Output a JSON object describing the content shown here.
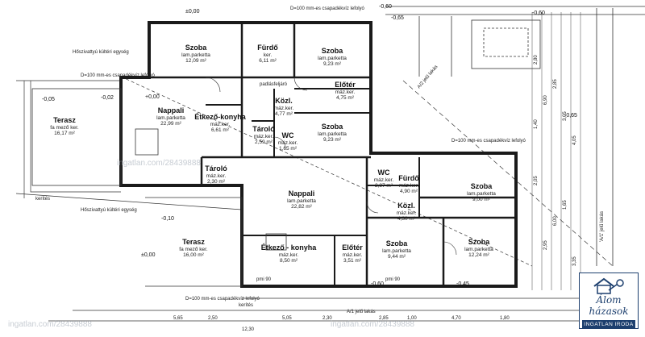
{
  "rooms": [
    {
      "name": "Szoba",
      "floor": "lam.parketta",
      "area": "12,09 m²"
    },
    {
      "name": "Fürdő",
      "floor": "ker.",
      "area": "6,11 m²"
    },
    {
      "name": "Szoba",
      "floor": "lam.parketta",
      "area": "9,23 m²"
    },
    {
      "name": "Előtér",
      "floor": "máz.ker.",
      "area": "4,75 m²"
    },
    {
      "name": "Közl.",
      "floor": "máz.ker.",
      "area": "4,77 m²"
    },
    {
      "name": "Nappali",
      "floor": "lam.parketta",
      "area": "22,99 m²"
    },
    {
      "name": "Étkező-konyha",
      "floor": "máz.ker.",
      "area": "6,61 m²"
    },
    {
      "name": "Tároló",
      "floor": "máz.ker.",
      "area": "2,59 m²"
    },
    {
      "name": "WC",
      "floor": "máz.ker.",
      "area": "1,65 m²"
    },
    {
      "name": "Szoba",
      "floor": "lam.parketta",
      "area": "9,23 m²"
    },
    {
      "name": "Terasz",
      "floor": "fa mező ker.",
      "area": "16,17 m²"
    },
    {
      "name": "Tároló",
      "floor": "máz.ker.",
      "area": "2,30 m²"
    },
    {
      "name": "Nappali",
      "floor": "lam.parketta",
      "area": "22,82 m²"
    },
    {
      "name": "WC",
      "floor": "máz.ker.",
      "area": "2,87 m²"
    },
    {
      "name": "Fürdő",
      "floor": "máz.ker.",
      "area": "4,90 m²"
    },
    {
      "name": "Szoba",
      "floor": "lam.parketta",
      "area": "9,00 m²"
    },
    {
      "name": "Közl.",
      "floor": "máz.ker.",
      "area": "4,30 m²"
    },
    {
      "name": "Terasz",
      "floor": "fa mező ker.",
      "area": "16,00 m²"
    },
    {
      "name": "Étkező - konyha",
      "floor": "máz.ker.",
      "area": "8,50 m²"
    },
    {
      "name": "Előtér",
      "floor": "máz.ker.",
      "area": "3,51 m²"
    },
    {
      "name": "Szoba",
      "floor": "lam.parketta",
      "area": "9,44 m²"
    },
    {
      "name": "Szoba",
      "floor": "lam.parketta",
      "area": "12,24 m²"
    }
  ],
  "notes": {
    "gutter_top": "D=100 mm-es csapadékvíz lefolyó",
    "gutter_mid": "D=100 mm-es csapadékvíz lefolyó",
    "gutter_right": "D=100 mm-es csapadékvíz lefolyó",
    "gutter_bottom": "D=100 mm-es csapadékvíz lefolyó",
    "heat_pump_top": "Hőszivattyú kültéri egység",
    "heat_pump_mid": "Hőszivattyú kültéri egység",
    "fence_left": "kerítés",
    "fence_mid": "kerítés",
    "fence_bottom": "kerítés",
    "board_wall": "padlásfeljáró",
    "entrance_b": "A/2 jelű lakás",
    "entrance_a": "A/1 jelű lakás",
    "entrance_right": "'A/1' jelű lakás",
    "pmi": "pmi 90"
  },
  "levels": [
    "±0,00",
    "-0,60",
    "-0,65",
    "-0,05",
    "-0,02",
    "-0,10",
    "+0,00",
    "-0,65",
    "-0,60",
    "±0,00",
    "-0,60",
    "-0,45"
  ],
  "dims_right": [
    "2,80",
    "6,90",
    "1,40",
    "2,85",
    "3,05",
    "4,05",
    "6,00",
    "2,05",
    "2,95",
    "1,65",
    "3,35"
  ],
  "dims_bottom": [
    "5,65",
    "2,50",
    "12,30",
    "5,05",
    "2,30",
    "2,85",
    "1,00",
    "4,70",
    "1,80"
  ],
  "watermark": "ingatlan.com/28439888",
  "logo": {
    "brand": "Álom házasok",
    "sub": "INGATLAN IRODA"
  },
  "colors": {
    "line": "#222222",
    "wall": "#1a1a1a",
    "accent": "#1d3f6e",
    "watermark": "#9aa4b0"
  }
}
